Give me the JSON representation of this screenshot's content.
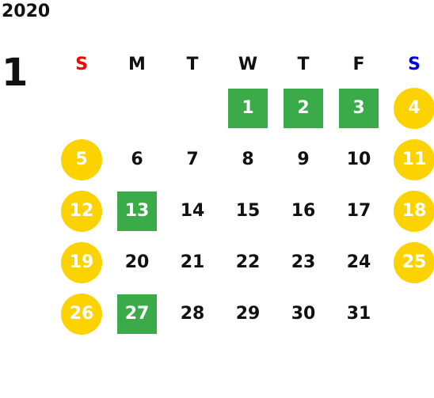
{
  "calendar": {
    "year": "2020",
    "month": "1",
    "weekdays": [
      {
        "label": "S",
        "color": "#ff0000"
      },
      {
        "label": "M",
        "color": "#111111"
      },
      {
        "label": "T",
        "color": "#111111"
      },
      {
        "label": "W",
        "color": "#111111"
      },
      {
        "label": "T",
        "color": "#111111"
      },
      {
        "label": "F",
        "color": "#111111"
      },
      {
        "label": "S",
        "color": "#0000dd"
      }
    ],
    "weeks": [
      [
        {
          "day": "",
          "style": "none"
        },
        {
          "day": "",
          "style": "none"
        },
        {
          "day": "",
          "style": "none"
        },
        {
          "day": "1",
          "style": "holiday"
        },
        {
          "day": "2",
          "style": "holiday"
        },
        {
          "day": "3",
          "style": "holiday"
        },
        {
          "day": "4",
          "style": "weekend"
        }
      ],
      [
        {
          "day": "5",
          "style": "weekend"
        },
        {
          "day": "6",
          "style": "plain"
        },
        {
          "day": "7",
          "style": "plain"
        },
        {
          "day": "8",
          "style": "plain"
        },
        {
          "day": "9",
          "style": "plain"
        },
        {
          "day": "10",
          "style": "plain"
        },
        {
          "day": "11",
          "style": "weekend"
        }
      ],
      [
        {
          "day": "12",
          "style": "weekend"
        },
        {
          "day": "13",
          "style": "holiday"
        },
        {
          "day": "14",
          "style": "plain"
        },
        {
          "day": "15",
          "style": "plain"
        },
        {
          "day": "16",
          "style": "plain"
        },
        {
          "day": "17",
          "style": "plain"
        },
        {
          "day": "18",
          "style": "weekend"
        }
      ],
      [
        {
          "day": "19",
          "style": "weekend"
        },
        {
          "day": "20",
          "style": "plain"
        },
        {
          "day": "21",
          "style": "plain"
        },
        {
          "day": "22",
          "style": "plain"
        },
        {
          "day": "23",
          "style": "plain"
        },
        {
          "day": "24",
          "style": "plain"
        },
        {
          "day": "25",
          "style": "weekend"
        }
      ],
      [
        {
          "day": "26",
          "style": "weekend"
        },
        {
          "day": "27",
          "style": "holiday"
        },
        {
          "day": "28",
          "style": "plain"
        },
        {
          "day": "29",
          "style": "plain"
        },
        {
          "day": "30",
          "style": "plain"
        },
        {
          "day": "31",
          "style": "plain"
        },
        {
          "day": "",
          "style": "none"
        }
      ]
    ]
  },
  "colors": {
    "holiday": "#3aab48",
    "weekend": "#fcd200",
    "sunday_label": "#ff0000",
    "saturday_label": "#0000dd"
  }
}
